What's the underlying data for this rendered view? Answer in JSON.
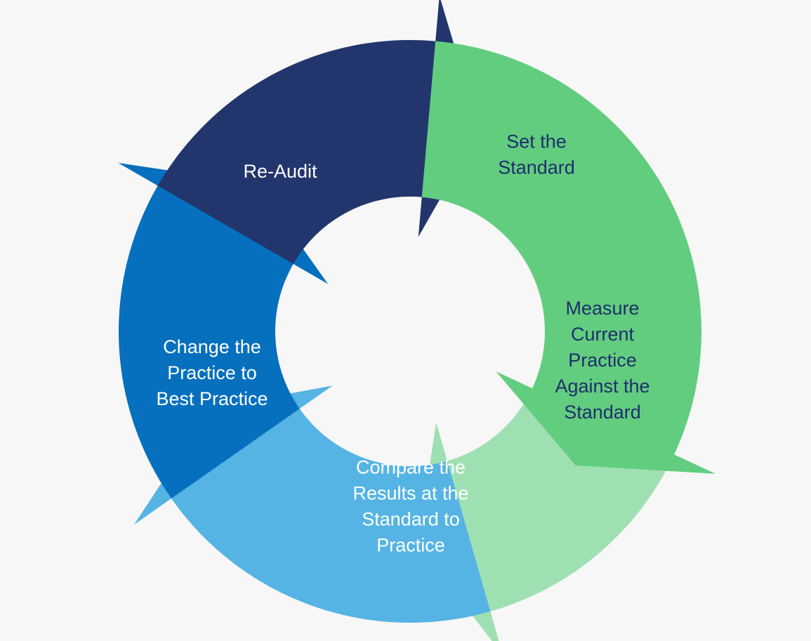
{
  "diagram": {
    "background": "#f7f7f7",
    "steps": [
      {
        "id": "set-standard",
        "lines": [
          "Set the",
          "Standard"
        ],
        "color": "#62cd7f",
        "text_color": "#1e2f6b"
      },
      {
        "id": "measure-practice",
        "lines": [
          "Measure",
          "Current",
          "Practice",
          "Against the",
          "Standard"
        ],
        "color": "#9fe0b2",
        "text_color": "#1e2f6b"
      },
      {
        "id": "compare-results",
        "lines": [
          "Compare the",
          "Results at the",
          "Standard to",
          "Practice"
        ],
        "color": "#55b4e4",
        "text_color": "#ffffff"
      },
      {
        "id": "change-practice",
        "lines": [
          "Change the",
          "Practice to",
          "Best Practice"
        ],
        "color": "#0770be",
        "text_color": "#ffffff"
      },
      {
        "id": "re-audit",
        "lines": [
          "Re-Audit"
        ],
        "color": "#22366d",
        "text_color": "#ffffff"
      }
    ]
  }
}
